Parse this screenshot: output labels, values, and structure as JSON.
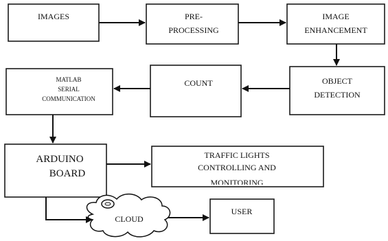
{
  "diagram": {
    "nodes": {
      "images": "IMAGES",
      "preprocessing": {
        "line1": "PRE-",
        "line2": "PROCESSING"
      },
      "enhancement": {
        "line1": "IMAGE",
        "line2": "ENHANCEMENT"
      },
      "detection": {
        "line1": "OBJECT",
        "line2": "DETECTION"
      },
      "count": "COUNT",
      "matlab": {
        "line1": "MATLAB",
        "line2": "SERIAL",
        "line3": "COMMUNICATION"
      },
      "arduino": {
        "line1": "ARDUINO",
        "line2": "BOARD"
      },
      "traffic": {
        "line1": "TRAFFIC LIGHTS",
        "line2": "CONTROLLING    AND",
        "line3": "MONITORING"
      },
      "cloud": "CLOUD",
      "user": "USER"
    },
    "colors": {
      "stroke": "#111111",
      "fill": "#ffffff"
    }
  }
}
